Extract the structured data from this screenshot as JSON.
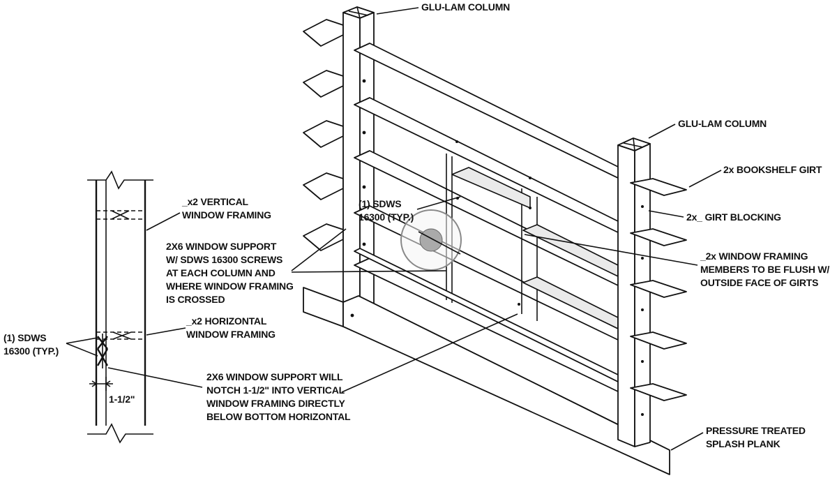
{
  "labels": {
    "glulam_top": "GLU-LAM COLUMN",
    "glulam_right": "GLU-LAM COLUMN",
    "bookshelf_girt": "2x BOOKSHELF GIRT",
    "girt_blocking": "2x_ GIRT BLOCKING",
    "window_framing_flush": [
      "_2x WINDOW FRAMING",
      "MEMBERS TO BE FLUSH W/",
      "OUTSIDE FACE OF GIRTS"
    ],
    "pressure_treated": [
      "PRESSURE TREATED",
      "SPLASH PLANK"
    ],
    "sdws_center": [
      "(1) SDWS",
      "16300 (TYP.)"
    ],
    "window_support_screws": [
      "2X6 WINDOW SUPPORT",
      "W/ SDWS 16300 SCREWS",
      "AT EACH COLUMN AND",
      "WHERE WINDOW FRAMING",
      "IS CROSSED"
    ],
    "vertical_framing": [
      "_x2 VERTICAL",
      "WINDOW FRAMING"
    ],
    "horizontal_framing": [
      "_x2 HORIZONTAL",
      "WINDOW FRAMING"
    ],
    "sdws_left": [
      "(1) SDWS",
      "16300 (TYP.)"
    ],
    "dimension": "1-1/2\"",
    "notch_note": [
      "2X6 WINDOW SUPPORT WILL",
      "NOTCH 1-1/2\" INTO VERTICAL",
      "WINDOW FRAMING DIRECTLY",
      "BELOW BOTTOM HORIZONTAL"
    ]
  }
}
